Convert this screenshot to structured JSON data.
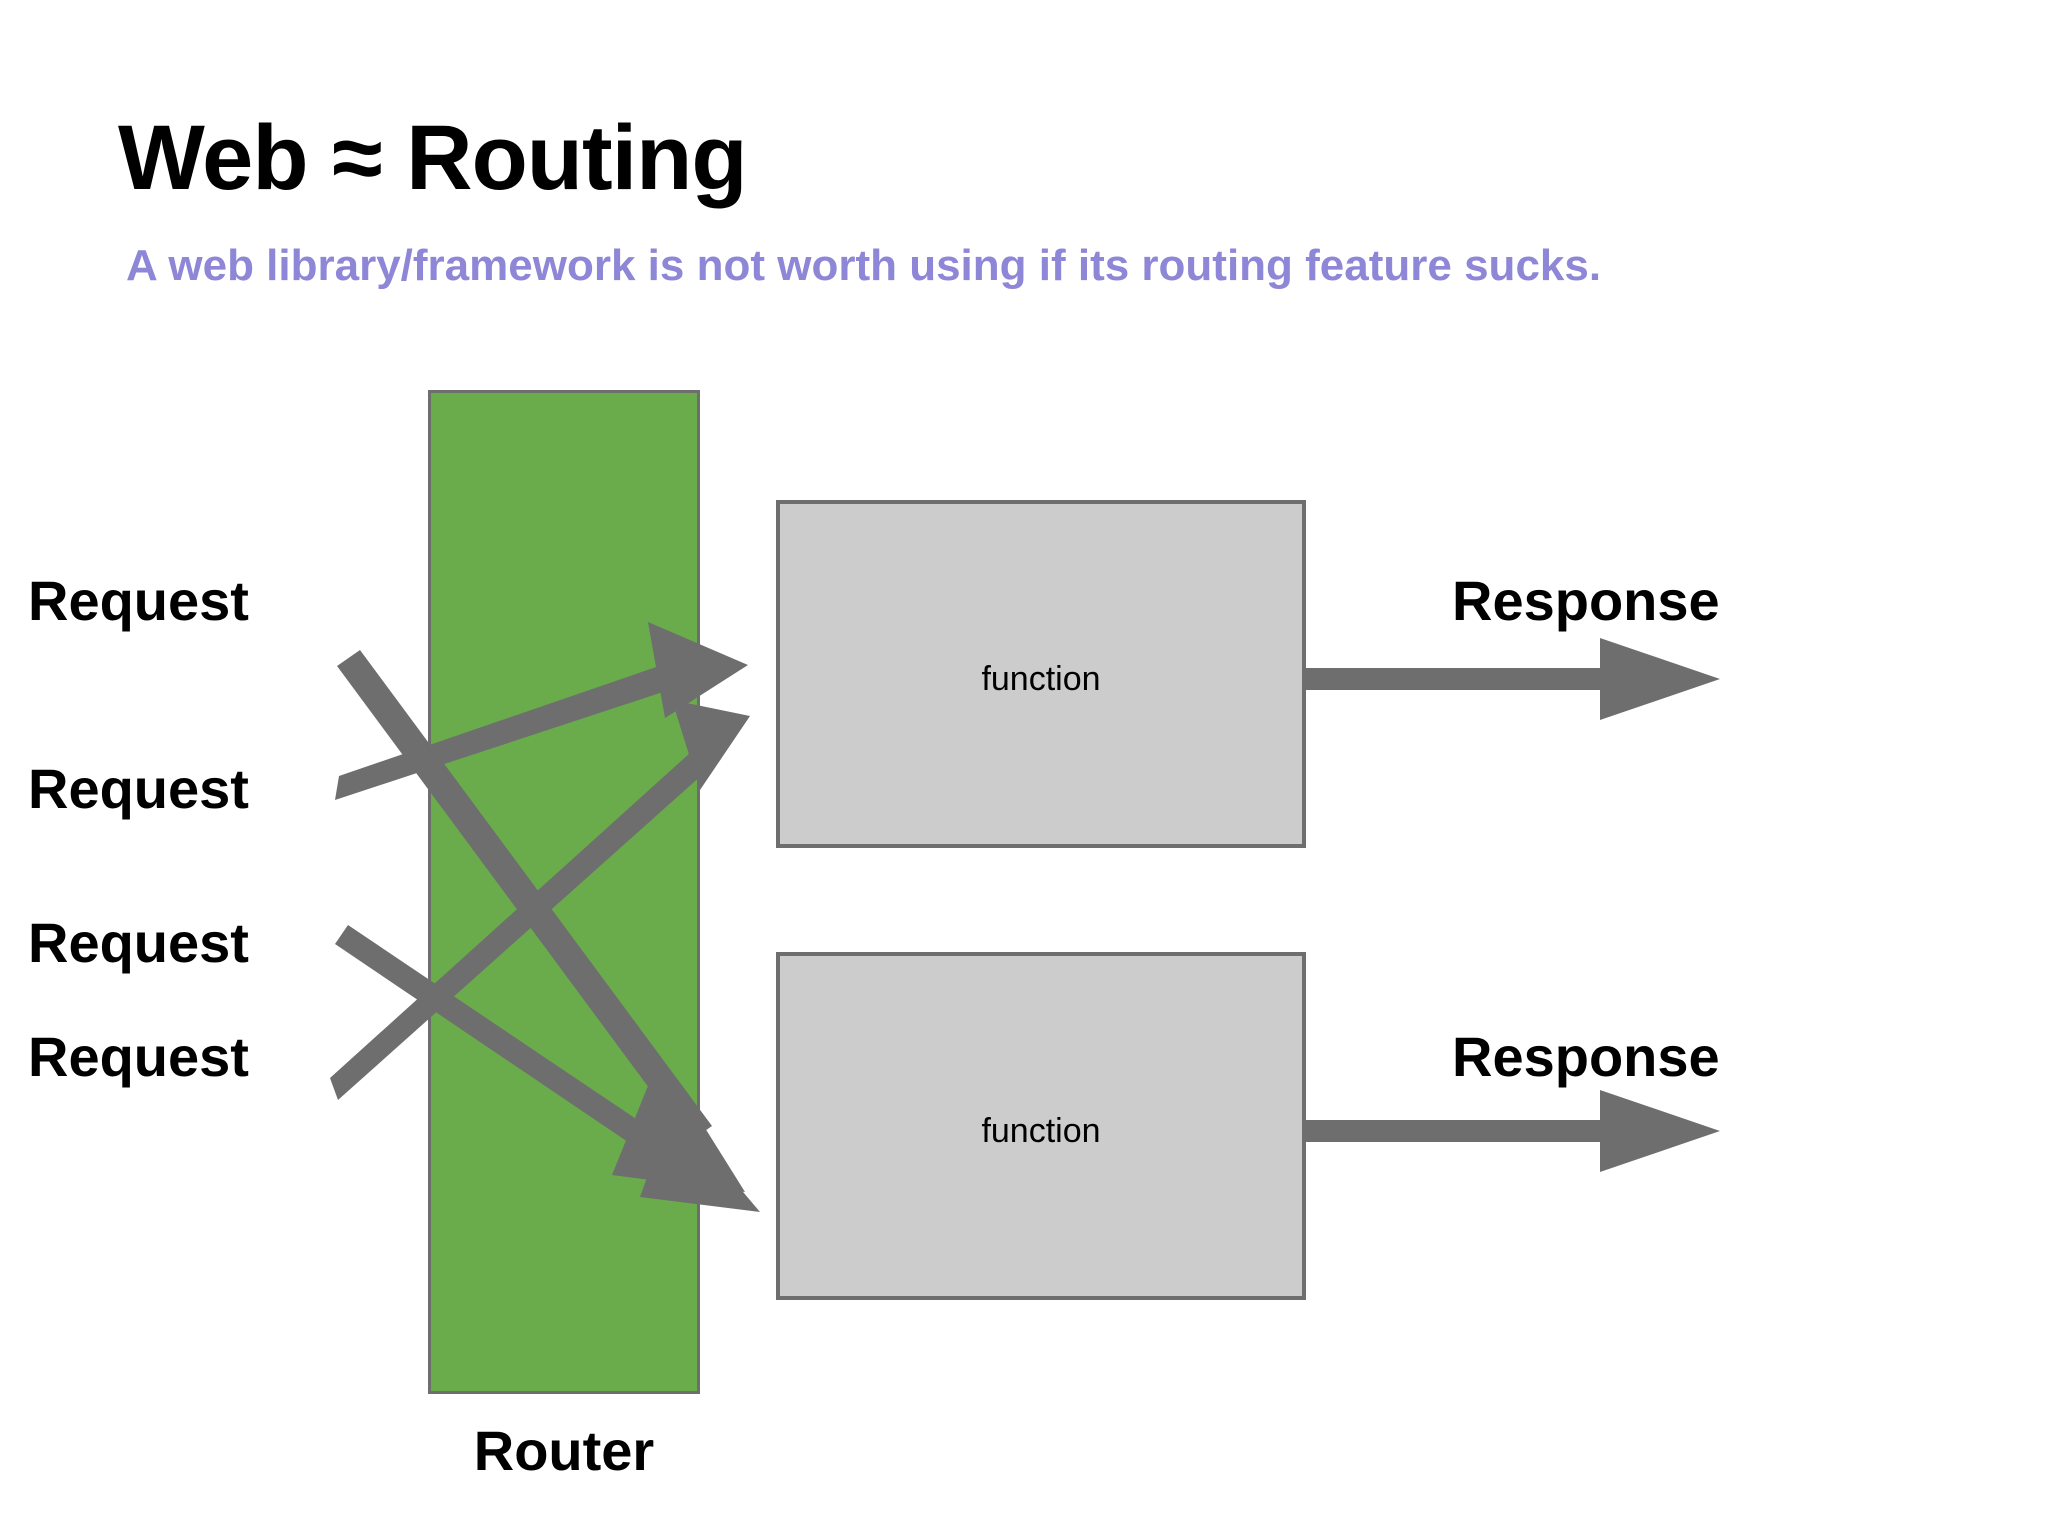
{
  "slide": {
    "title": "Web ≈ Routing",
    "subtitle": "A web library/framework is not worth using if its routing feature sucks.",
    "background_color": "#ffffff",
    "title_color": "#000000",
    "subtitle_color": "#8e86d6"
  },
  "router": {
    "label": "Router",
    "fill_color": "#6aab4b",
    "border_color": "#6e6e6e"
  },
  "functions": [
    {
      "label": "function",
      "fill_color": "#cccccc",
      "border_color": "#6e6e6e"
    },
    {
      "label": "function",
      "fill_color": "#cccccc",
      "border_color": "#6e6e6e"
    }
  ],
  "requests": [
    {
      "label": "Request"
    },
    {
      "label": "Request"
    },
    {
      "label": "Request"
    },
    {
      "label": "Request"
    }
  ],
  "responses": [
    {
      "label": "Response"
    },
    {
      "label": "Response"
    }
  ],
  "arrows": {
    "color": "#6e6e6e",
    "request_count": 4,
    "response_count": 2
  }
}
